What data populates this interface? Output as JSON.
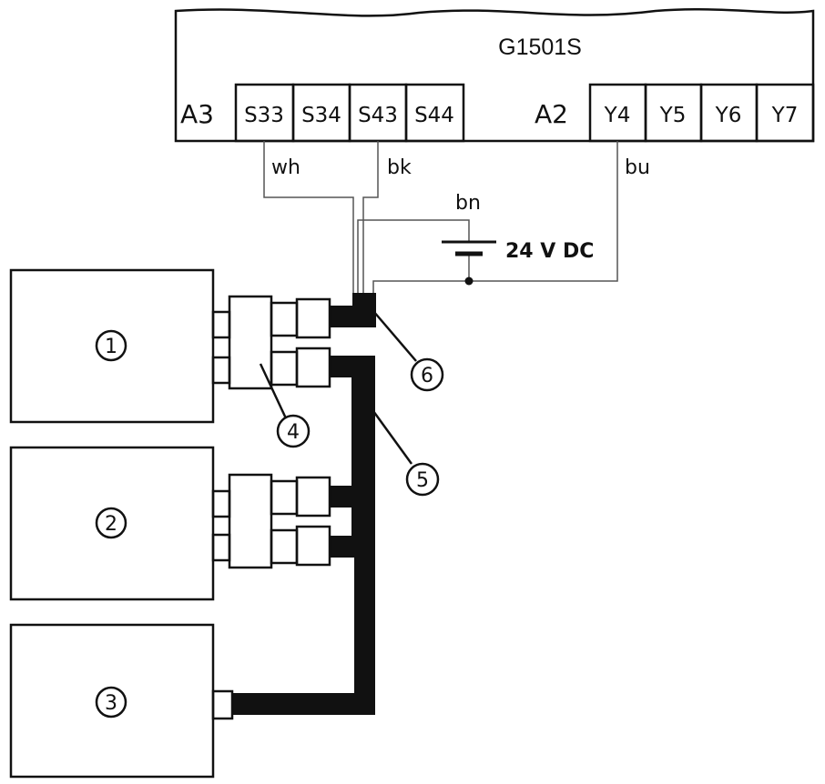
{
  "device": {
    "title": "G1501S",
    "left_label": "A3",
    "mid_label": "A2",
    "terminals_left": [
      "S33",
      "S34",
      "S43",
      "S44"
    ],
    "terminals_right": [
      "Y4",
      "Y5",
      "Y6",
      "Y7"
    ]
  },
  "wires": {
    "wh": "wh",
    "bk": "bk",
    "bu": "bu",
    "bn": "bn"
  },
  "supply": {
    "label": "24 V DC"
  },
  "callouts": {
    "c1": "1",
    "c2": "2",
    "c3": "3",
    "c4": "4",
    "c5": "5",
    "c6": "6"
  }
}
